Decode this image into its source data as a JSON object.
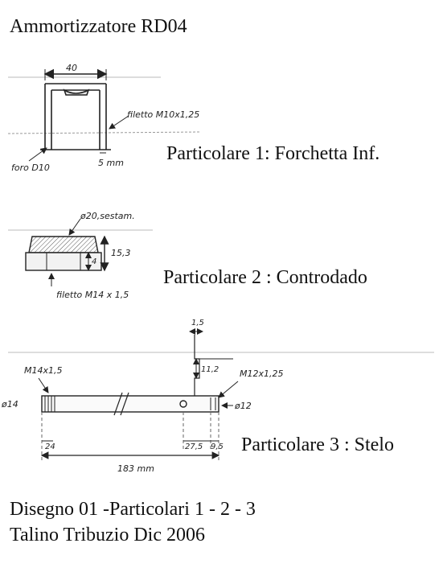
{
  "title": "Ammortizzatore RD04",
  "particolare1": {
    "caption": "Particolare 1: Forchetta Inf.",
    "dim_width": "40",
    "thread_note": "filetto M10x1,25",
    "hole_note": "foro D10",
    "gap_note": "5 mm"
  },
  "particolare2": {
    "caption": "Particolare 2 : Controdado",
    "diameter_note": "ø20,sestam.",
    "height_total": "15,3",
    "height_nut": "4",
    "thread_note": "filetto M14 x 1,5"
  },
  "particolare3": {
    "caption": "Particolare 3 : Stelo",
    "thread_left": "M14x1,5",
    "thread_right": "M12x1,25",
    "diameter_left": "ø14",
    "diameter_right": "ø12",
    "step_width": "1,5",
    "step_height": "11,2",
    "dim_left": "24",
    "dim_mid": "27,5",
    "dim_right": "9,5",
    "total_length": "183 mm"
  },
  "footer": {
    "line1": "Disegno 01 -Particolari 1 - 2 - 3",
    "line2": "Talino Tribuzio Dic 2006"
  }
}
